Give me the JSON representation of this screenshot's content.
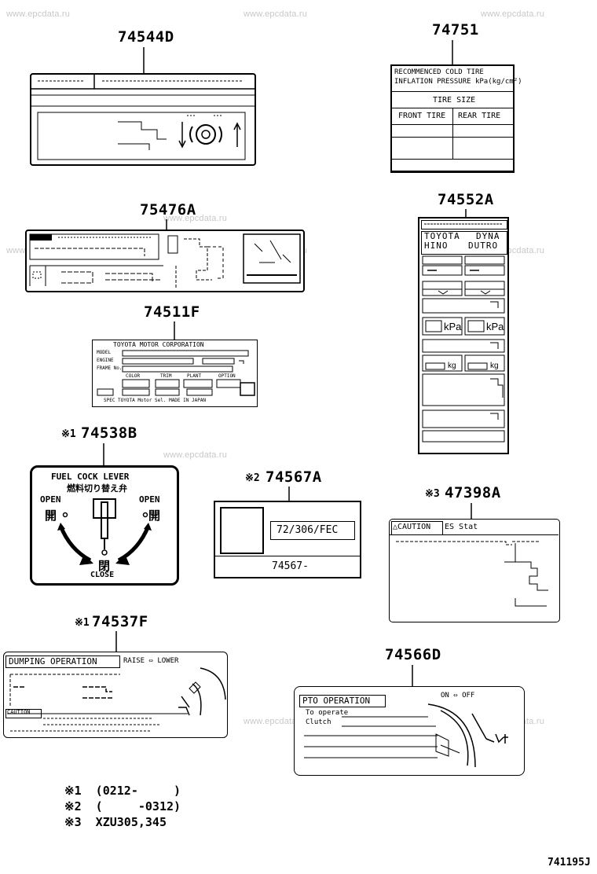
{
  "watermark": "www.epcdata.ru",
  "parts": {
    "p74544D": "74544D",
    "p74751": "74751",
    "p75476A": "75476A",
    "p74552A": "74552A",
    "p74511F": "74511F",
    "p74538B": "74538B",
    "p74567A": "74567A",
    "p47398A": "47398A",
    "p74537F": "74537F",
    "p74566D": "74566D"
  },
  "markers": {
    "m1": "※1",
    "m2": "※2",
    "m3": "※3"
  },
  "tire_label": {
    "line1": "RECOMMENCED COLD TIRE",
    "line2": "INFLATION PRESSURE kPa(kg/cm²)",
    "tire_size": "TIRE  SIZE",
    "front": "FRONT TIRE",
    "rear": "REAR TIRE"
  },
  "toyota_label": {
    "title": "TOYOTA MOTOR CORPORATION",
    "model": "MODEL",
    "engine": "ENGINE",
    "frame": "FRAME No.",
    "color": "COLOR",
    "trim": "TRIM",
    "plant": "PLANT",
    "option": "OPTION",
    "footer": "SPEC  TOYOTA  Motor  Sel.  MADE  IN  JAPAN"
  },
  "dyna_label": {
    "header": "TOYOTA  DYNA",
    "brand1": "TOYOTA",
    "brand2": "DYNA",
    "brand3": "HINO",
    "brand4": "DUTRO",
    "kpa1": "kPa",
    "kpa2": "kPa",
    "kg1": "kg",
    "kg2": "kg"
  },
  "fuel_label": {
    "title": "FUEL  COCK  LEVER",
    "jp_title": "燃料切り替え弁",
    "open_left": "OPEN",
    "open_right": "OPEN",
    "jp_open_left": "開",
    "jp_open_right": "開",
    "jp_close": "閉",
    "close": "CLOSE"
  },
  "label_74567": {
    "code": "72/306/FEC",
    "partno": "74567-"
  },
  "caution_label": {
    "caution": "△CAUTION",
    "subtitle": "ES Stat"
  },
  "dumping_label": {
    "title": "DUMPING  OPERATION",
    "raise_lower": "RAISE ⇔ LOWER",
    "caution": "CAUTION"
  },
  "pto_label": {
    "title": "PTO  OPERATION",
    "on_off": "ON ⇔ OFF",
    "line1": "To  operate",
    "line2": "Clutch"
  },
  "footnotes": {
    "n1": "※1  (0212-     )",
    "n2": "※2  (     -0312)",
    "n3": "※3  XZU305,345"
  },
  "diagram_id": "741195J"
}
